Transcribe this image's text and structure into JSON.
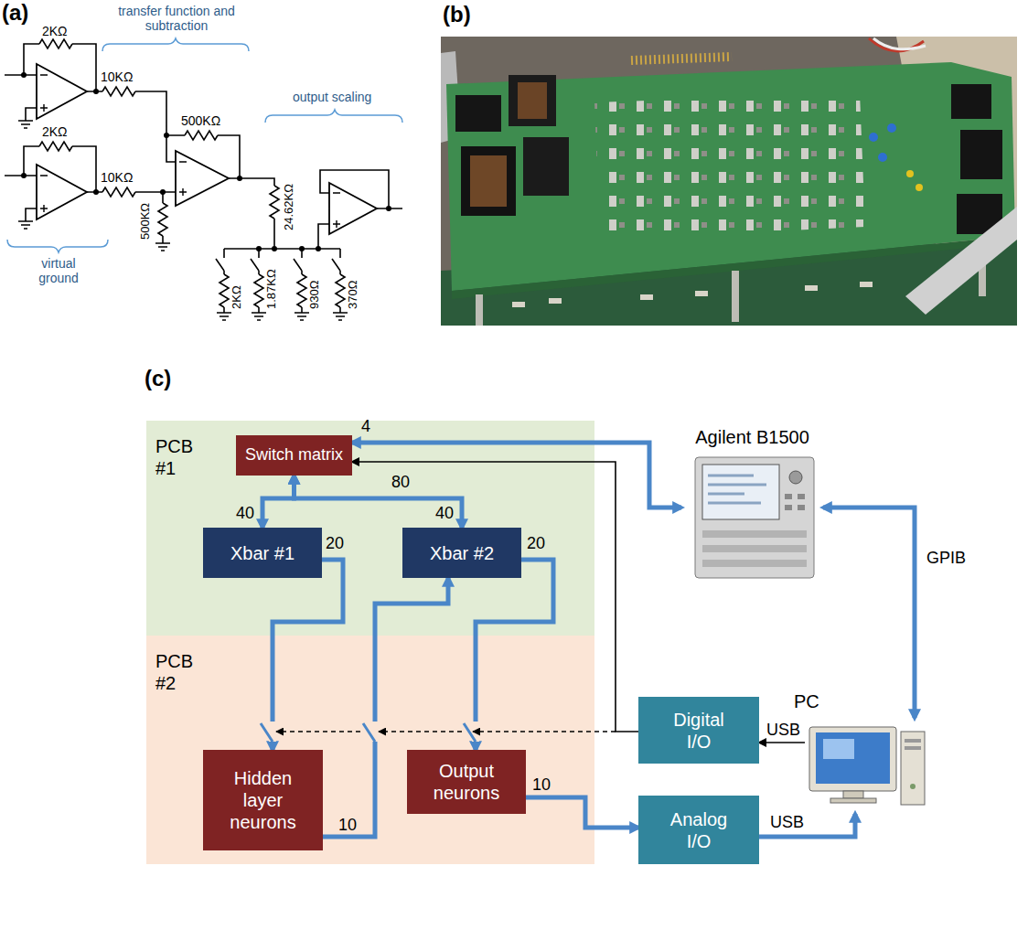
{
  "diagram": {
    "nodes": [
      {
        "text": [
          "PCB #1"
        ]
      },
      {
        "text": [
          "Switch matrix"
        ],
        "in": 0
      },
      {
        "text": [
          "Xbar #1"
        ],
        "in": 0
      },
      {
        "text": [
          "Xbar #2"
        ],
        "in": 0
      },
      {
        "text": [
          "Agilent B1500"
        ]
      },
      {
        "text": [
          "PCB #2"
        ]
      },
      {
        "text": [
          "Hidden layer neurons"
        ],
        "in": 5
      },
      {
        "text": [
          "Output neurons"
        ],
        "in": 5
      },
      {
        "text": [
          "Digital I/O"
        ]
      },
      {
        "text": [
          "PC"
        ]
      },
      {
        "text": [
          "Analog I/O"
        ]
      }
    ],
    "edges": [
      {
        "from": 1,
        "to": 4,
        "arrow": "both"
      },
      {
        "from": 4,
        "to": 9,
        "label": "GPIB",
        "arrow": "both"
      },
      {
        "from": 1,
        "to": 2,
        "arrow": "both"
      },
      {
        "from": 1,
        "to": 3,
        "arrow": "both"
      },
      {
        "from": 2,
        "to": 6,
        "arrow": "to"
      },
      {
        "from": 6,
        "to": 3,
        "arrow": "to"
      },
      {
        "from": 3,
        "to": 7,
        "arrow": "to"
      },
      {
        "from": 7,
        "to": 10,
        "arrow": "to"
      },
      {
        "from": 10,
        "to": 9,
        "label": "USB",
        "arrow": "to"
      },
      {
        "from": 9,
        "to": 8,
        "label": "USB",
        "arrow": "to"
      },
      {
        "from": 8,
        "to": 1,
        "arrow": "to"
      }
    ],
    "labels": [
      "(a)",
      "transfer function and subtraction",
      "output scaling",
      "2KΩ",
      "10KΩ",
      "500KΩ",
      "2KΩ",
      "10KΩ",
      "500KΩ",
      "24.62KΩ",
      "2KΩ",
      "1.87KΩ",
      "930Ω",
      "370Ω",
      "virtual ground",
      "(b)",
      "(c)",
      "4",
      "80",
      "40",
      "40",
      "20",
      "20",
      "10",
      "10"
    ]
  }
}
